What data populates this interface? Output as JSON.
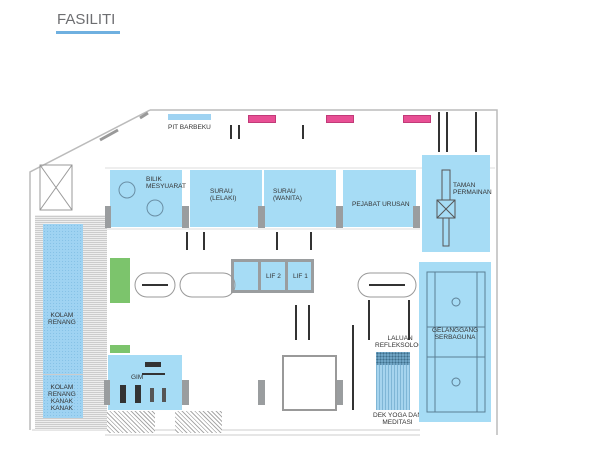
{
  "header": {
    "title": "FASILITI"
  },
  "colors": {
    "accent": "#6fb0e0",
    "room": "#a6dcf5",
    "pink": "#e84f94",
    "green": "#7cc46c"
  },
  "labels": {
    "pit_barbeku": "PIT BARBEKU",
    "bilik_mesyuarat": [
      "BILIK",
      "MESYUARAT"
    ],
    "surau_lelaki": [
      "SURAU",
      "(LELAKI)"
    ],
    "surau_wanita": [
      "SURAU",
      "(WANITA)"
    ],
    "pejabat_urusan": "PEJABAT URUSAN",
    "taman_permainan": [
      "TAMAN",
      "PERMAINAN"
    ],
    "lif2": "LIF 2",
    "lif1": "LIF 1",
    "kolam_renang": [
      "KOLAM",
      "RENANG"
    ],
    "kolam_kanak": [
      "KOLAM",
      "RENANG",
      "KANAK",
      "KANAK"
    ],
    "gim": "GIM",
    "laluan": [
      "LALUAN",
      "REFLEKSOLOGI"
    ],
    "gelanggang": [
      "GELANGGANG",
      "SERBAGUNA"
    ],
    "dek_yoga": [
      "DEK YOGA DAN",
      "MEDITASI"
    ]
  }
}
